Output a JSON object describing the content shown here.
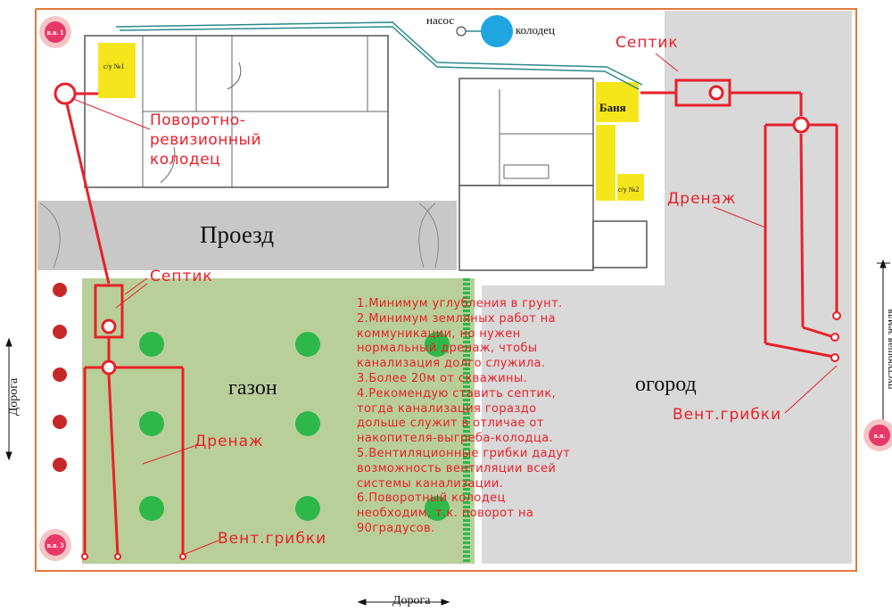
{
  "labels": {
    "nasos": "насос",
    "kolodets": "колодец",
    "septik_top": "Септик",
    "septik_left": "Септик",
    "povorot_line1": "Поворотно-",
    "povorot_line2": "ревизионный",
    "povorot_line3": "колодец",
    "banya": "Баня",
    "su1": "с/у №1",
    "su2": "с/у №2",
    "proezd": "Проезд",
    "gazon": "газон",
    "ogorod": "огород",
    "drenazh_right": "Дренаж",
    "drenazh_left": "Дренаж",
    "vent_right": "Вент.грибки",
    "vent_left": "Вент.грибки",
    "road_left": "Дорога",
    "road_bottom": "Дорога",
    "pustuyushaya": "пустующая земля"
  },
  "markers": {
    "vya1": "в.я. 1",
    "vya3": "в.я. 3",
    "vya_right": "в.я."
  },
  "notes": [
    "1.Минимум углубления в грунт.",
    "2.Минимум земляных работ на",
    "коммуникации, но нужен",
    "нормальный дренаж, чтобы",
    "канализация долго служила.",
    "3.Более 20м от скважины.",
    "4.Рекомендую ставить септик,",
    "тогда канализация гораздо",
    "дольше служит в отличае от",
    "накопителя-выгреба-колодца.",
    "5.Вентиляционные грибки дадут",
    "возможность вентиляции всей",
    "системы канализации.",
    "6.Поворотный колодец",
    "необходим, т.к. поворот на",
    "90градусов."
  ],
  "colors": {
    "accent_red": "#e8202a",
    "lawn_green": "#b9cf9a",
    "tree_green": "#2fb84a",
    "garden_gray": "#d9d9d9",
    "road_gray": "#c8c8c8",
    "bathroom_yellow": "#f5e61c",
    "well_blue": "#1fa5e0",
    "border_orange": "#e07a3c"
  }
}
